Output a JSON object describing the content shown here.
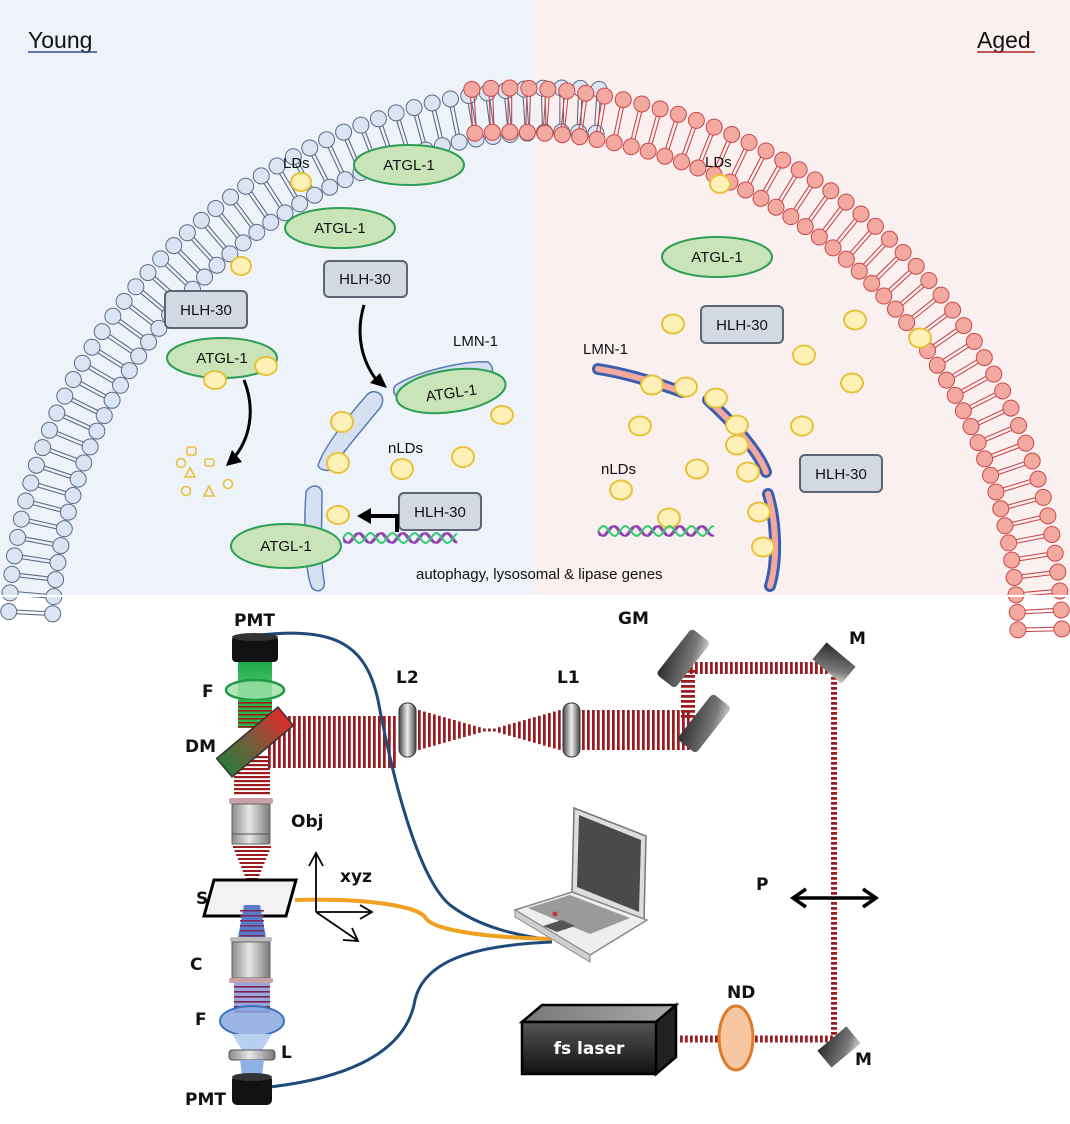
{
  "panels": {
    "young": {
      "title": "Young",
      "title_color": "#2f4f8a",
      "background": "#eef2f9",
      "membrane_fill": "#dbe4f3",
      "membrane_stroke": "#5a6b85",
      "labels": {
        "lds": "LDs",
        "nlds": "nLDs",
        "lmn1": "LMN-1",
        "atgl1_a": "ATGL-1",
        "atgl1_b": "ATGL-1",
        "atgl1_c": "ATGL-1",
        "atgl1_d": "ATGL-1",
        "atgl1_e": "ATGL-1",
        "hlh30_a": "HLH-30",
        "hlh30_b": "HLH-30",
        "hlh30_c": "HLH-30"
      }
    },
    "aged": {
      "title": "Aged",
      "title_color": "#b22222",
      "background": "#fbf0f0",
      "membrane_fill": "#f4a9a0",
      "membrane_stroke": "#c8484a",
      "labels": {
        "lds": "LDs",
        "nlds": "nLDs",
        "lmn1": "LMN-1",
        "atgl1": "ATGL-1",
        "hlh30_a": "HLH-30",
        "hlh30_b": "HLH-30"
      }
    },
    "caption": "autophagy, lysosomal & lipase genes",
    "colors": {
      "ld_fill": "#fdf1b8",
      "ld_stroke": "#e8c23a",
      "atgl_fill": "#c9e4b8",
      "atgl_stroke": "#2e9e55",
      "hlh_fill": "#d3d9e3",
      "hlh_stroke": "#5b6573",
      "lamina_young_fill": "#d6e0f0",
      "lamina_young_stroke": "#5a7bb5",
      "lamina_aged_fill": "#f3a9a0",
      "lamina_aged_stroke": "#3b5fb0",
      "dna_purple": "#8e44ad",
      "dna_green": "#2ecc71"
    }
  },
  "setup": {
    "labels": {
      "pmt_top": "PMT",
      "f_top": "F",
      "dm": "DM",
      "obj": "Obj",
      "s": "S",
      "xyz": "xyz",
      "c": "C",
      "f_bottom": "F",
      "l": "L",
      "pmt_bottom": "PMT",
      "l2": "L2",
      "l1": "L1",
      "gm": "GM",
      "m_top": "M",
      "m_bottom": "M",
      "p": "P",
      "nd": "ND",
      "laser": "fs laser"
    },
    "colors": {
      "beam": "#9b1b1e",
      "cable_blue": "#1f4a7a",
      "cable_orange": "#f0a020",
      "emission_green": "#2db34a",
      "emission_blue": "#5a7cc8",
      "nd_fill": "#f6c7a0",
      "nd_stroke": "#e07b2a"
    }
  }
}
